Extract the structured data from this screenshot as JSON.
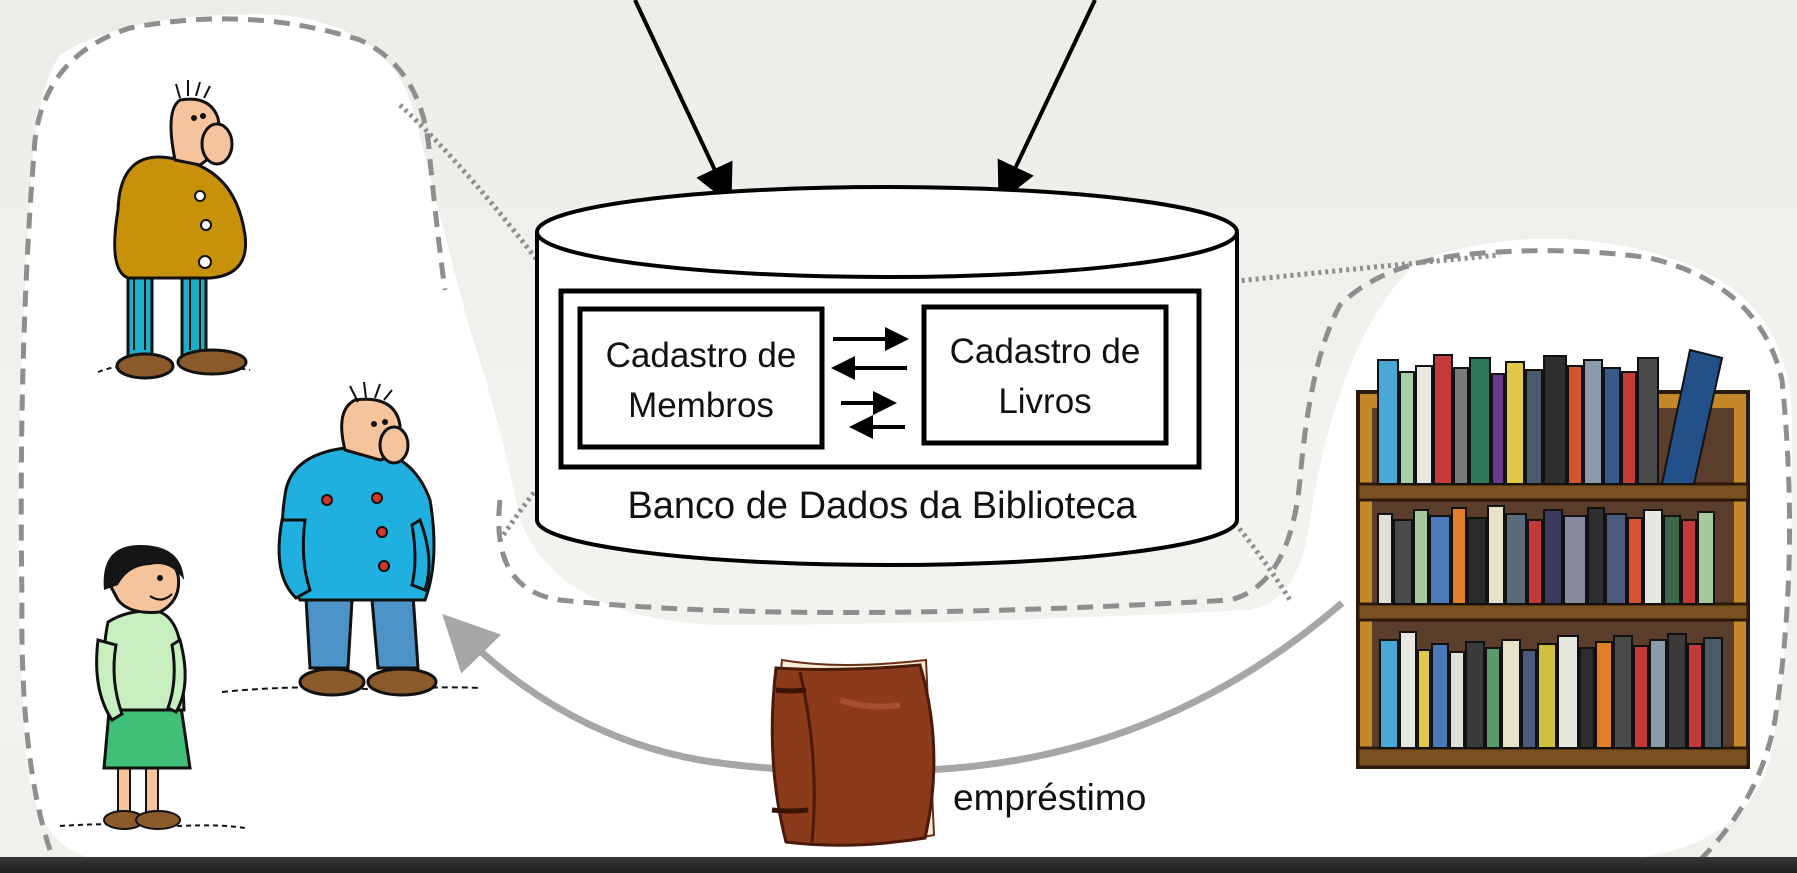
{
  "database": {
    "title": "Banco de Dados da Biblioteca",
    "members_box": {
      "line1": "Cadastro de",
      "line2": "Membros"
    },
    "books_box": {
      "line1": "Cadastro de",
      "line2": "Livros"
    }
  },
  "loan_label": "empréstimo",
  "colors": {
    "background": "#f1f0ec",
    "stroke": "#000000",
    "dashed_border": "#8e8e8e",
    "loan_arrow": "#a6a6a6",
    "book_cover": "#8b3a1c"
  },
  "illustrations": [
    "people-group",
    "bookshelf",
    "book"
  ]
}
